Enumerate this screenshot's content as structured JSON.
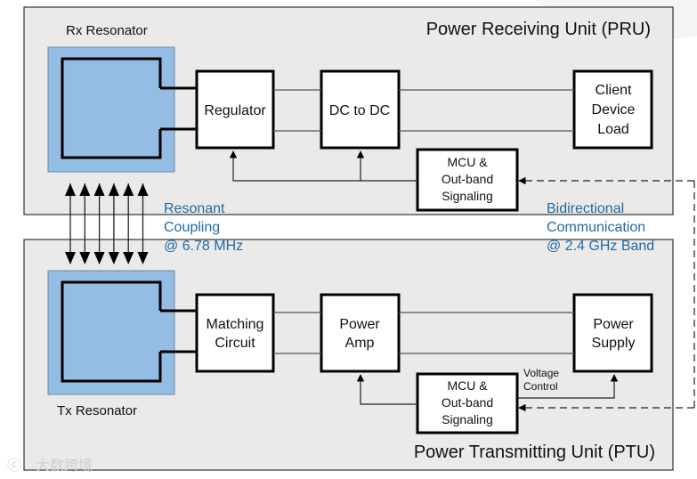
{
  "pru": {
    "title": "Power Receiving Unit (PRU)",
    "resonator_label": "Rx Resonator",
    "blocks": {
      "regulator": [
        "Regulator"
      ],
      "dc_to_dc": [
        "DC to DC"
      ],
      "client_load": [
        "Client",
        "Device",
        "Load"
      ],
      "mcu": [
        "MCU &",
        "Out-band",
        "Signaling"
      ]
    }
  },
  "ptu": {
    "title": "Power Transmitting Unit (PTU)",
    "resonator_label": "Tx Resonator",
    "blocks": {
      "matching": [
        "Matching",
        "Circuit"
      ],
      "power_amp": [
        "Power",
        "Amp"
      ],
      "power_supply": [
        "Power",
        "Supply"
      ],
      "mcu": [
        "MCU &",
        "Out-band",
        "Signaling"
      ]
    },
    "voltage_control": [
      "Voltage",
      "Control"
    ]
  },
  "coupling": [
    "Resonant",
    "Coupling",
    "@ 6.78 MHz"
  ],
  "communication": [
    "Bidirectional",
    "Communication",
    "@ 2.4 GHz Band"
  ],
  "coupling_arrow_count": 6,
  "watermark": "大数跨境",
  "colors": {
    "resonator_fill": "#93bde4",
    "unit_fill": "#ebeae8",
    "annotation_blue": "#1f6aa6"
  }
}
